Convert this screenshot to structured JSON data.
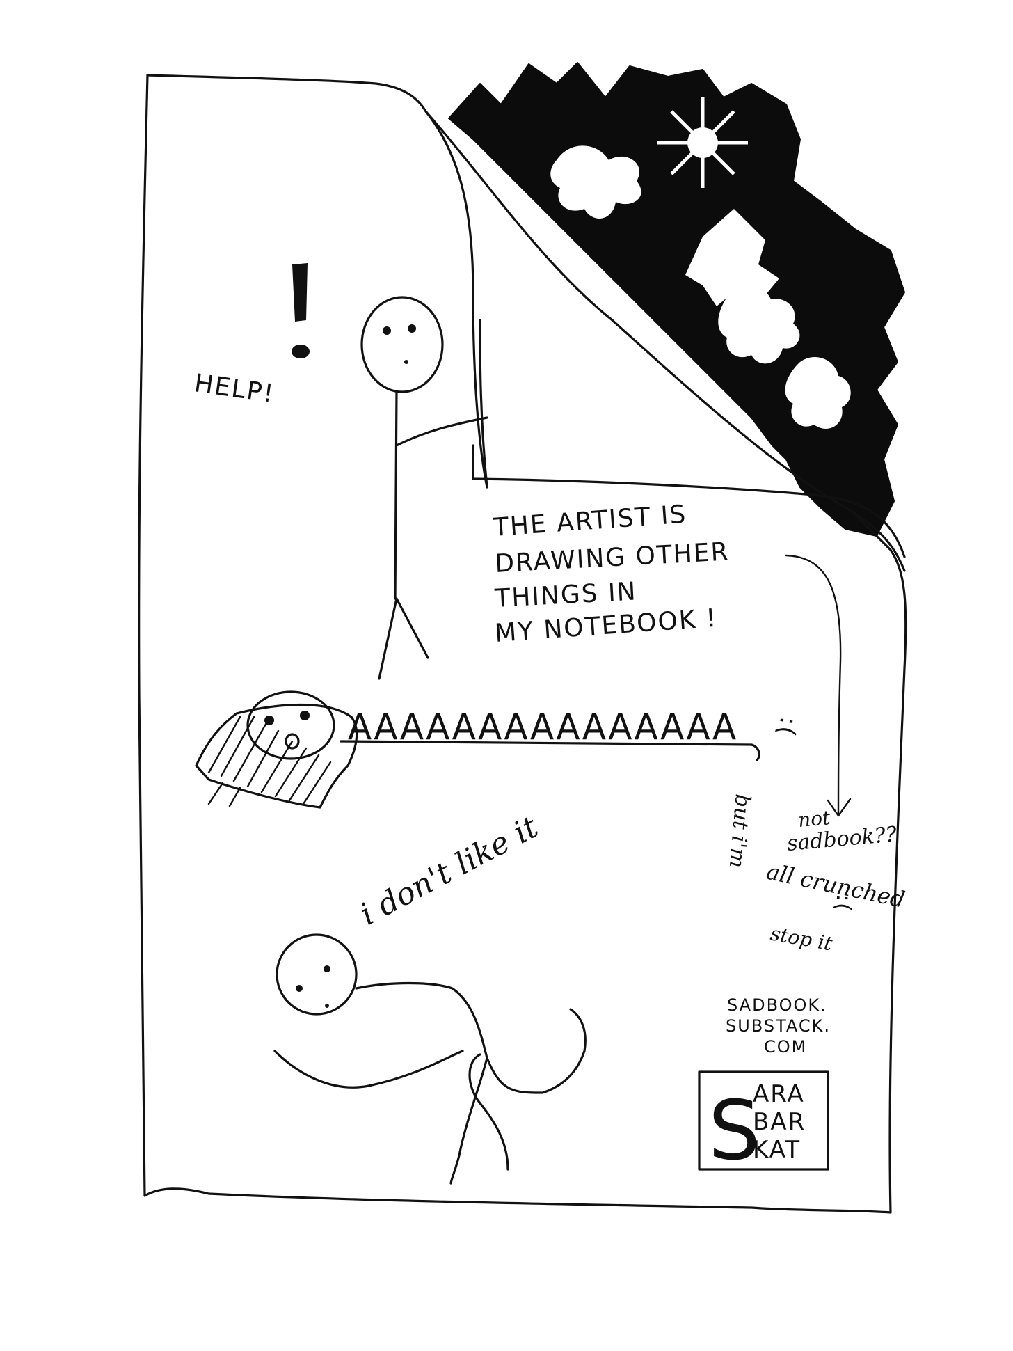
{
  "page": {
    "background_color": "#ffffff",
    "ink_color": "#111111"
  },
  "texts": {
    "exclamation": "!",
    "help": "HELP!",
    "caption_line1": "THE ARTIST IS",
    "caption_line2": "DRAWING OTHER",
    "caption_line3": "THINGS IN",
    "caption_line4": "MY NOTEBOOK !",
    "scream": "AAAAAAAAAAAAAAA",
    "frown_face": ":(",
    "dont_like_it": "i don't like it",
    "not_sadbook": "not",
    "not_sadbook_2": "sadbook??",
    "but_im": "but i'm",
    "all_crunched": "all crunched",
    "sad_face_2": ":(",
    "stop_it": "stop it",
    "url_line1": "SADBOOK.",
    "url_line2": "SUBSTACK.",
    "url_line3": "COM"
  },
  "signature": {
    "big_letter": "S",
    "line1": "ARA",
    "line2": "BAR",
    "line3": "KAT"
  }
}
